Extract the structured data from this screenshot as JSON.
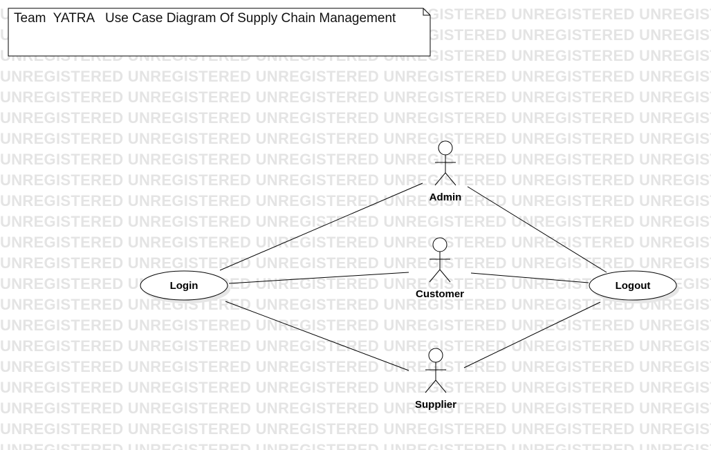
{
  "watermark": {
    "text": "UNREGISTERED"
  },
  "note": {
    "title": "Team  YATRA   Use Case Diagram Of Supply Chain Management"
  },
  "actors": {
    "admin": "Admin",
    "customer": "Customer",
    "supplier": "Supplier"
  },
  "use_cases": {
    "login": "Login",
    "logout": "Logout"
  },
  "colors": {
    "line": "#000000",
    "watermark": "#e4e4e4",
    "shadow": "#e6e6e6"
  }
}
